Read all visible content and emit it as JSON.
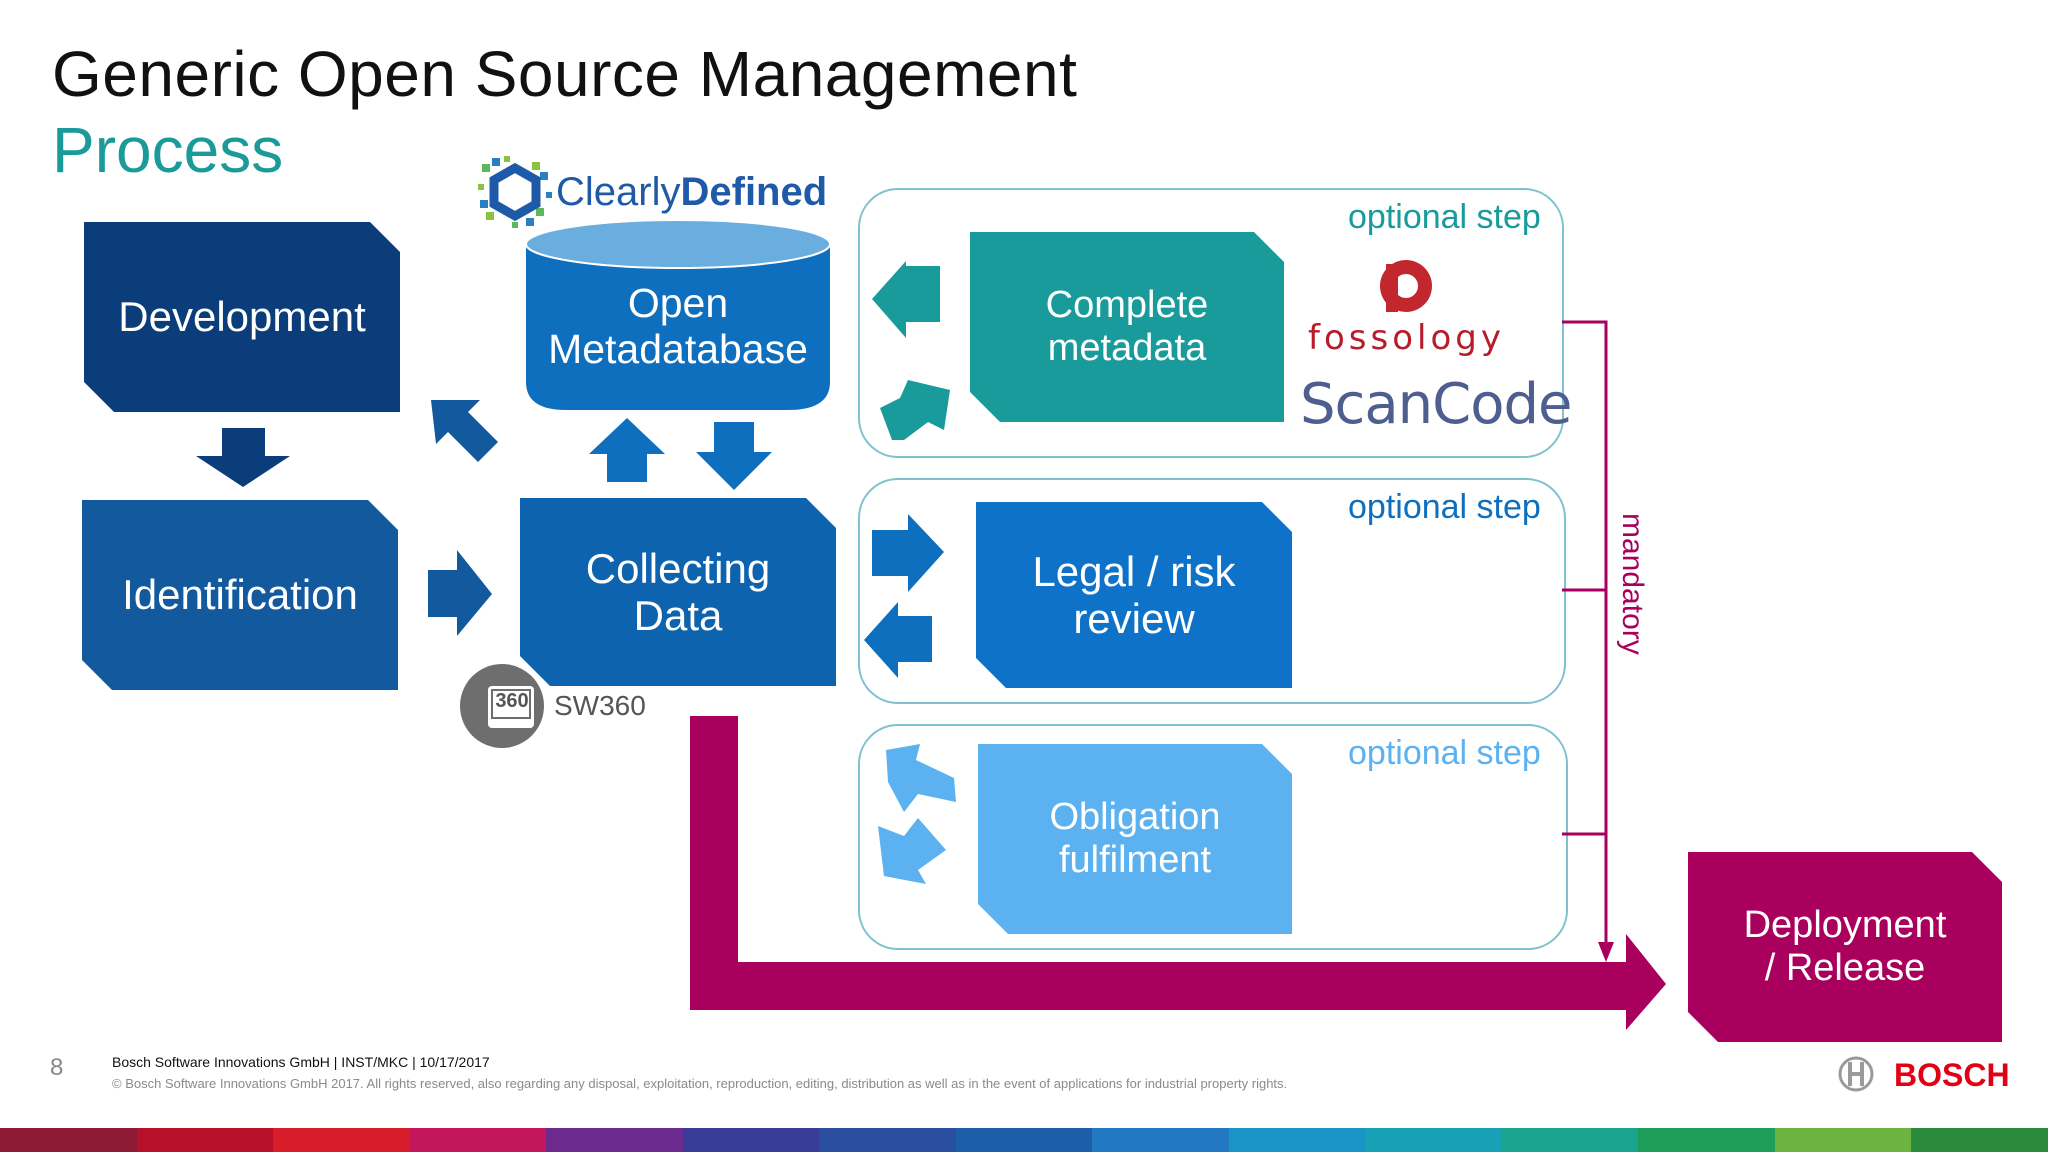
{
  "title": {
    "line1": "Generic Open Source Management",
    "line2": "Process"
  },
  "boxes": {
    "development": "Development",
    "identification": "Identification",
    "open_meta_line1": "Open",
    "open_meta_line2": "Metadatabase",
    "collecting_line1": "Collecting",
    "collecting_line2": "Data",
    "complete_line1": "Complete",
    "complete_line2": "metadata",
    "legal_line1": "Legal / risk",
    "legal_line2": "review",
    "obligation_line1": "Obligation",
    "obligation_line2": "fulfilment",
    "deploy_line1": "Deployment",
    "deploy_line2": "/ Release"
  },
  "optional_labels": [
    "optional step",
    "optional step",
    "optional step"
  ],
  "mandatory_label": "mandatory",
  "logos": {
    "clearly_1": "Clearly",
    "clearly_2": "Defined",
    "fossology": "fossology",
    "scancode": "ScanCode",
    "sw360_badge": "360",
    "sw360_text": "SW360",
    "bosch": "BOSCH"
  },
  "footer": {
    "page_number": "8",
    "line1": "Bosch Software Innovations GmbH | INST/MKC | 10/17/2017",
    "line2": "© Bosch Software Innovations GmbH 2017. All rights reserved, also regarding any disposal, exploitation, reproduction, editing, distribution as well as in the event of applications for industrial property rights."
  },
  "colors": {
    "dark_blue": "#0b3d7a",
    "mid_blue": "#13599d",
    "blue": "#0e6fbf",
    "light_blue": "#5cb2f0",
    "teal": "#189b9a",
    "magenta": "#a8005c",
    "panel_border": "#7fc1cf"
  }
}
